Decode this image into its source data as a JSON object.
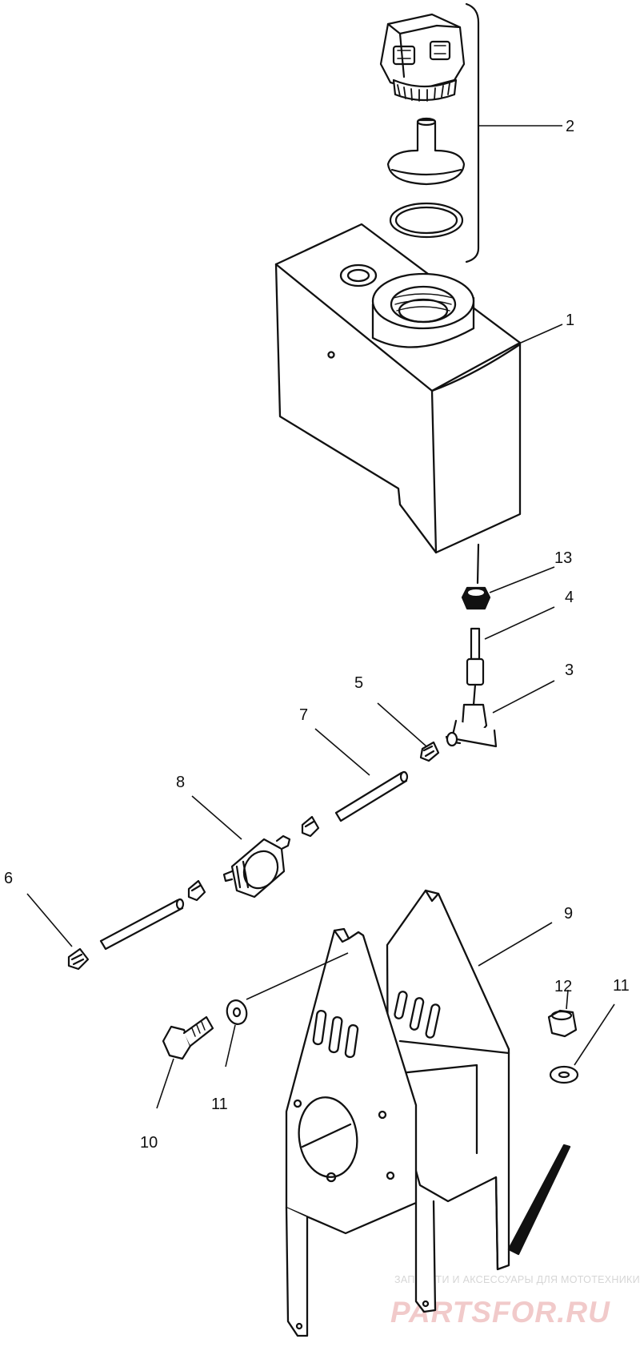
{
  "callouts": {
    "n1": "1",
    "n2": "2",
    "n3": "3",
    "n4": "4",
    "n5": "5",
    "n6": "6",
    "n7": "7",
    "n8": "8",
    "n9": "9",
    "n10": "10",
    "n11a": "11",
    "n11b": "11",
    "n12": "12",
    "n13": "13"
  },
  "watermark": {
    "tagline": "ЗАПЧАСТИ И АКСЕССУАРЫ ДЛЯ МОТОТЕХНИКИ",
    "brand": "PARTSFOR.RU",
    "color": "#e8a3a3"
  }
}
